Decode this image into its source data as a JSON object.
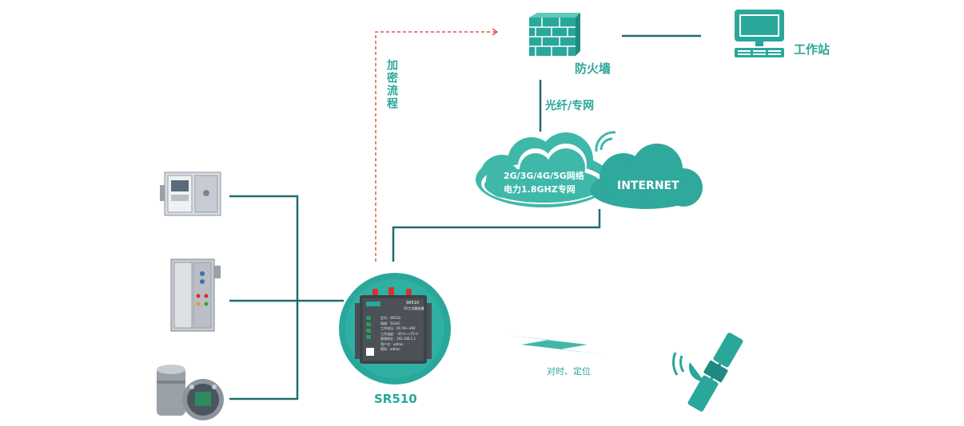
{
  "colors": {
    "teal": "#2aa79b",
    "line": "#1f6e6e",
    "red": "#d9312c",
    "cloud": "#3fb8aa",
    "cloud2": "#2fa99b"
  },
  "labels": {
    "firewall": "防火墙",
    "workstation": "工作站",
    "fiber": "光纤/专网",
    "encrypt": "加密流程",
    "cloud_line1": "2G/3G/4G/5G网络",
    "cloud_line2": "电力1.8GHZ专网",
    "internet": "INTERNET",
    "device": "SR510",
    "timing": "对时、定位"
  },
  "device_panel": {
    "model_title": "SR510",
    "subtitle": "5G工业路由器",
    "specs": [
      "型号：SR510",
      "网络：5G/4G",
      "工作电压：DC 9V~36V",
      "工作温度：-35℃~+75℃",
      "管理地址：192.168.1.1",
      "用户名：admin",
      "密码：admin"
    ]
  },
  "icons": [
    "firewall-icon",
    "workstation-icon",
    "cloud-icon",
    "satellite-icon",
    "lightning-icon",
    "wifi-signal-icon"
  ]
}
